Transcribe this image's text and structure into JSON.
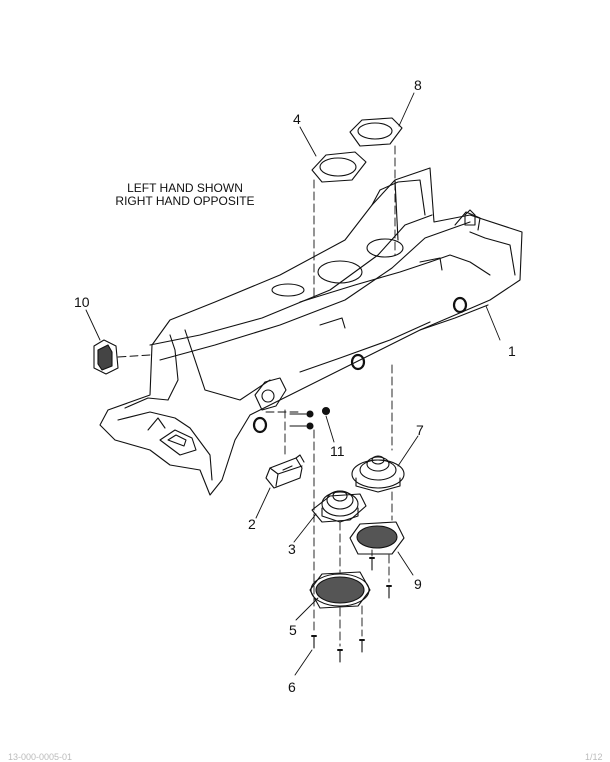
{
  "note": {
    "line1": "LEFT HAND SHOWN",
    "line2": "RIGHT HAND OPPOSITE"
  },
  "callouts": [
    {
      "id": "1",
      "label": "1"
    },
    {
      "id": "2",
      "label": "2"
    },
    {
      "id": "3",
      "label": "3"
    },
    {
      "id": "4",
      "label": "4"
    },
    {
      "id": "5",
      "label": "5"
    },
    {
      "id": "6",
      "label": "6"
    },
    {
      "id": "7",
      "label": "7"
    },
    {
      "id": "8",
      "label": "8"
    },
    {
      "id": "9",
      "label": "9"
    },
    {
      "id": "10",
      "label": "10"
    },
    {
      "id": "11",
      "label": "11"
    }
  ],
  "footer": {
    "left": "13-000-0005-01",
    "right": "1/12"
  }
}
